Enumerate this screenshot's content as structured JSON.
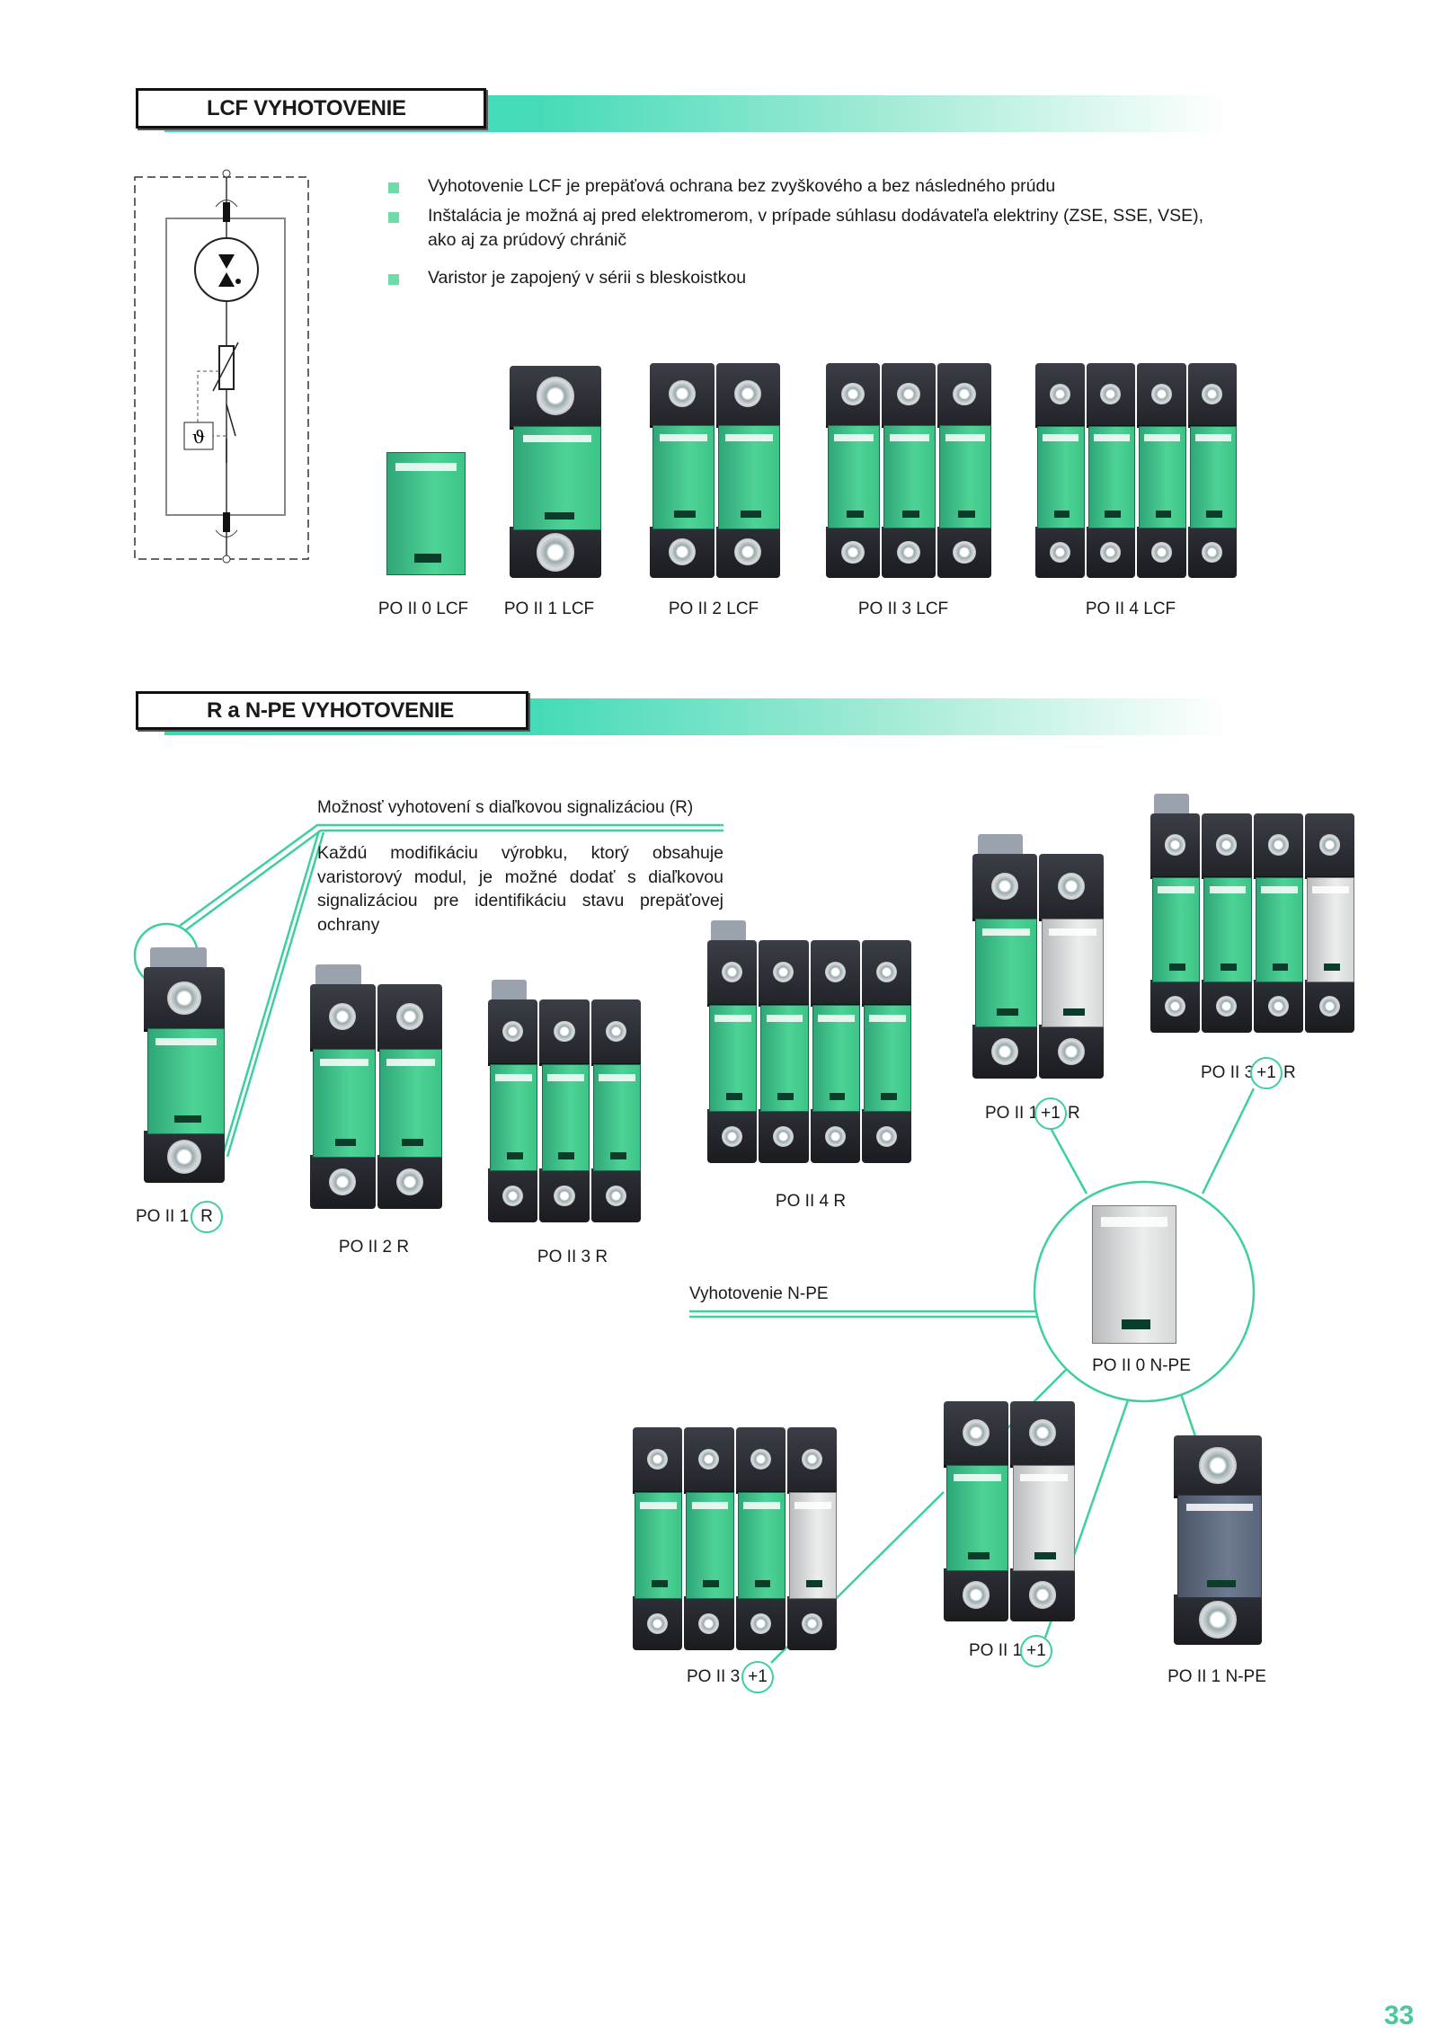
{
  "section1": {
    "title": "LCF VYHOTOVENIE",
    "bullets": [
      "Vyhotovenie LCF je prepäťová ochrana bez zvyškového a bez následného prúdu",
      "Inštalácia je možná aj pred elektromerom, v prípade súhlasu dodávateľa elektriny (ZSE, SSE, VSE), ako aj za prúdový chránič",
      "Varistor je zapojený v sérii s bleskoistkou"
    ],
    "schematic_symbol": "ϑ",
    "products": [
      {
        "id": "lcf0",
        "label": "PO II 0 LCF",
        "poles": [
          "green"
        ],
        "base": false
      },
      {
        "id": "lcf1",
        "label": "PO II 1 LCF",
        "poles": [
          "green"
        ],
        "base": true
      },
      {
        "id": "lcf2",
        "label": "PO II 2 LCF",
        "poles": [
          "green",
          "green"
        ],
        "base": true
      },
      {
        "id": "lcf3",
        "label": "PO II 3 LCF",
        "poles": [
          "green",
          "green",
          "green"
        ],
        "base": true
      },
      {
        "id": "lcf4",
        "label": "PO II 4 LCF",
        "poles": [
          "green",
          "green",
          "green",
          "green"
        ],
        "base": true
      }
    ]
  },
  "section2": {
    "title": "R a N-PE VYHOTOVENIE",
    "remote_title": "Možnosť vyhotovení s diaľkovou signalizáciou (R)",
    "remote_text": "Každú modifikáciu výrobku, ktorý obsahuje varistorový modul, je možné dodať s diaľkovou signalizáciou pre identifikáciu stavu prepäťovej ochrany",
    "npe_title": "Vyhotovenie N-PE",
    "products": [
      {
        "id": "r1",
        "label": "PO II 1",
        "ring": "R",
        "suffix": "",
        "poles": [
          "green"
        ],
        "sig": true
      },
      {
        "id": "r2",
        "label": "PO II 2 R",
        "poles": [
          "green",
          "green"
        ],
        "sig": true
      },
      {
        "id": "r3",
        "label": "PO II 3 R",
        "poles": [
          "green",
          "green",
          "green"
        ],
        "sig": true
      },
      {
        "id": "r4",
        "label": "PO II 4 R",
        "poles": [
          "green",
          "green",
          "green",
          "green"
        ],
        "sig": true
      },
      {
        "id": "r11",
        "label": "PO II 1",
        "ring": "+1",
        "suffix": "R",
        "poles": [
          "green",
          "grey"
        ],
        "sig": true
      },
      {
        "id": "r31",
        "label": "PO II 3",
        "ring": "+1",
        "suffix": "R",
        "poles": [
          "green",
          "green",
          "green",
          "grey"
        ],
        "sig": true
      },
      {
        "id": "n0",
        "label": "PO II 0 N-PE",
        "poles": [
          "grey"
        ],
        "inner": true
      },
      {
        "id": "p31",
        "label": "PO II 3",
        "ring": "+1",
        "suffix": "",
        "poles": [
          "green",
          "green",
          "green",
          "grey"
        ]
      },
      {
        "id": "p11",
        "label": "PO II 1",
        "ring": "+1",
        "suffix": "",
        "poles": [
          "green",
          "grey"
        ]
      },
      {
        "id": "n1",
        "label": "PO II 1 N-PE",
        "poles": [
          "blue"
        ]
      }
    ]
  },
  "page_number": "33",
  "colors": {
    "accent": "#3ecf9f",
    "bullet": "#6edba9",
    "page_number": "#4cc79a"
  }
}
